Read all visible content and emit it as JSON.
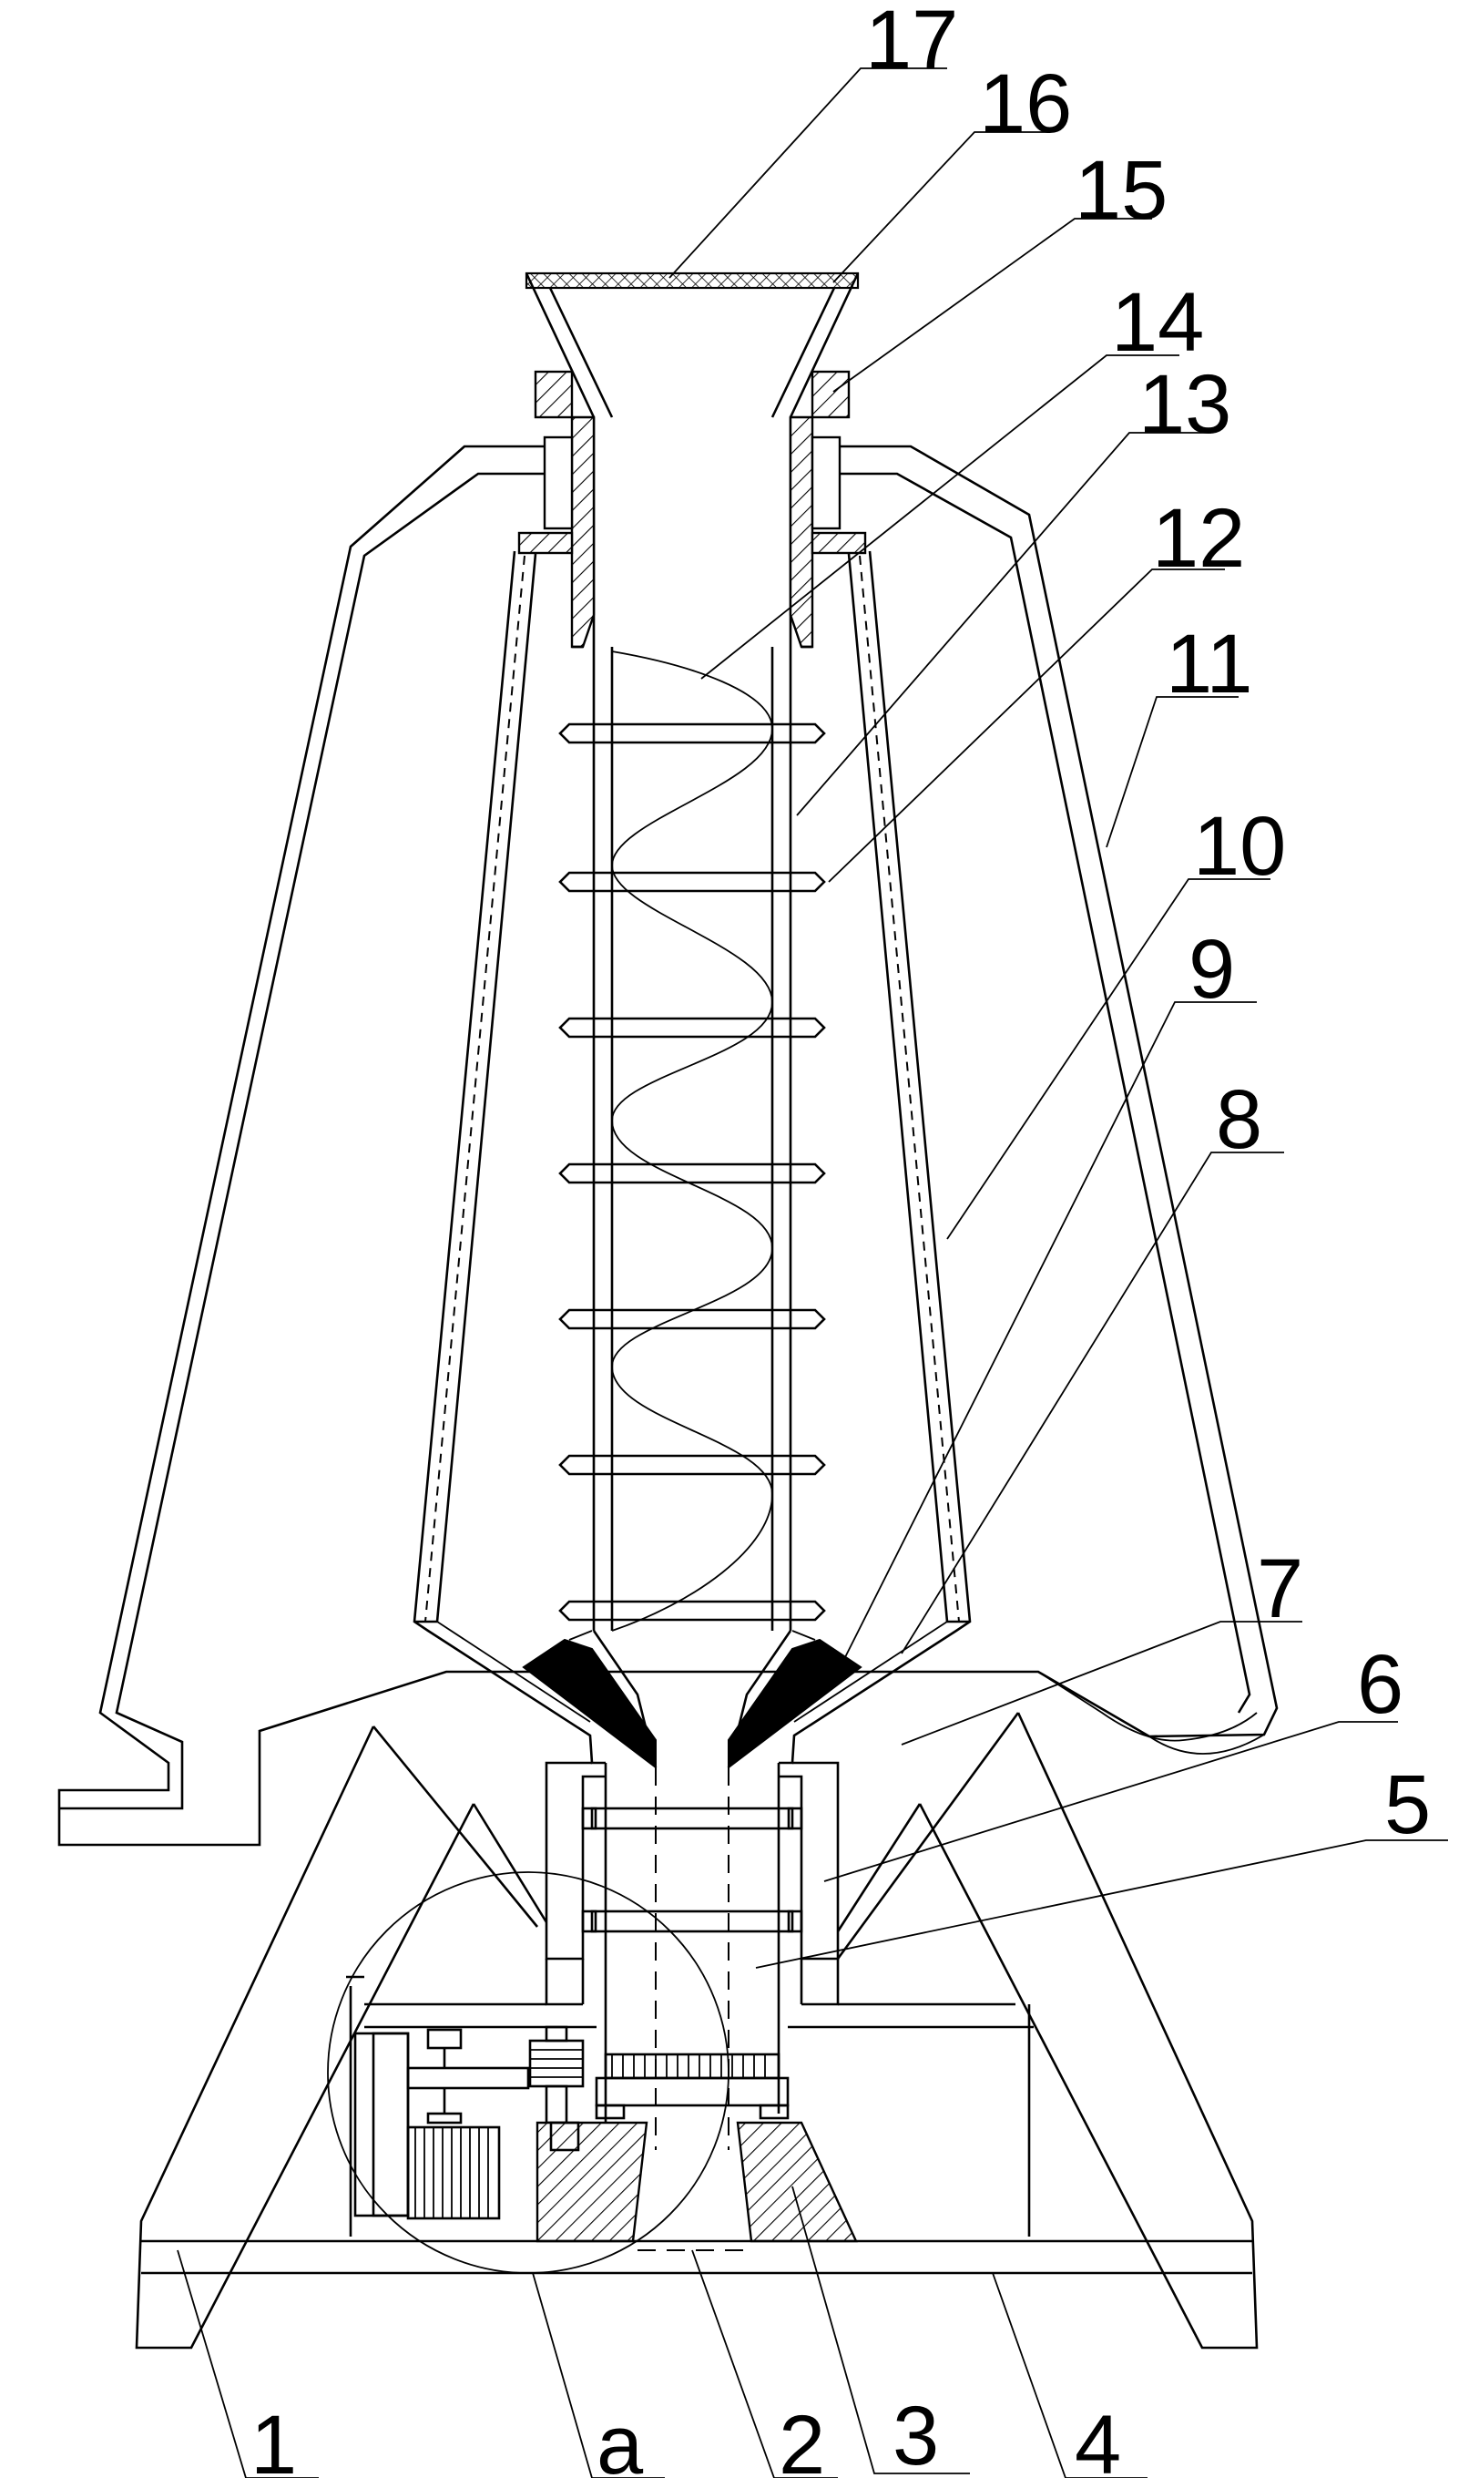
{
  "figure": {
    "part_labels": [
      "1",
      "2",
      "3",
      "4",
      "5",
      "6",
      "7",
      "8",
      "9",
      "10",
      "11",
      "12",
      "13",
      "14",
      "15",
      "16",
      "17"
    ],
    "detail_label": "a"
  }
}
